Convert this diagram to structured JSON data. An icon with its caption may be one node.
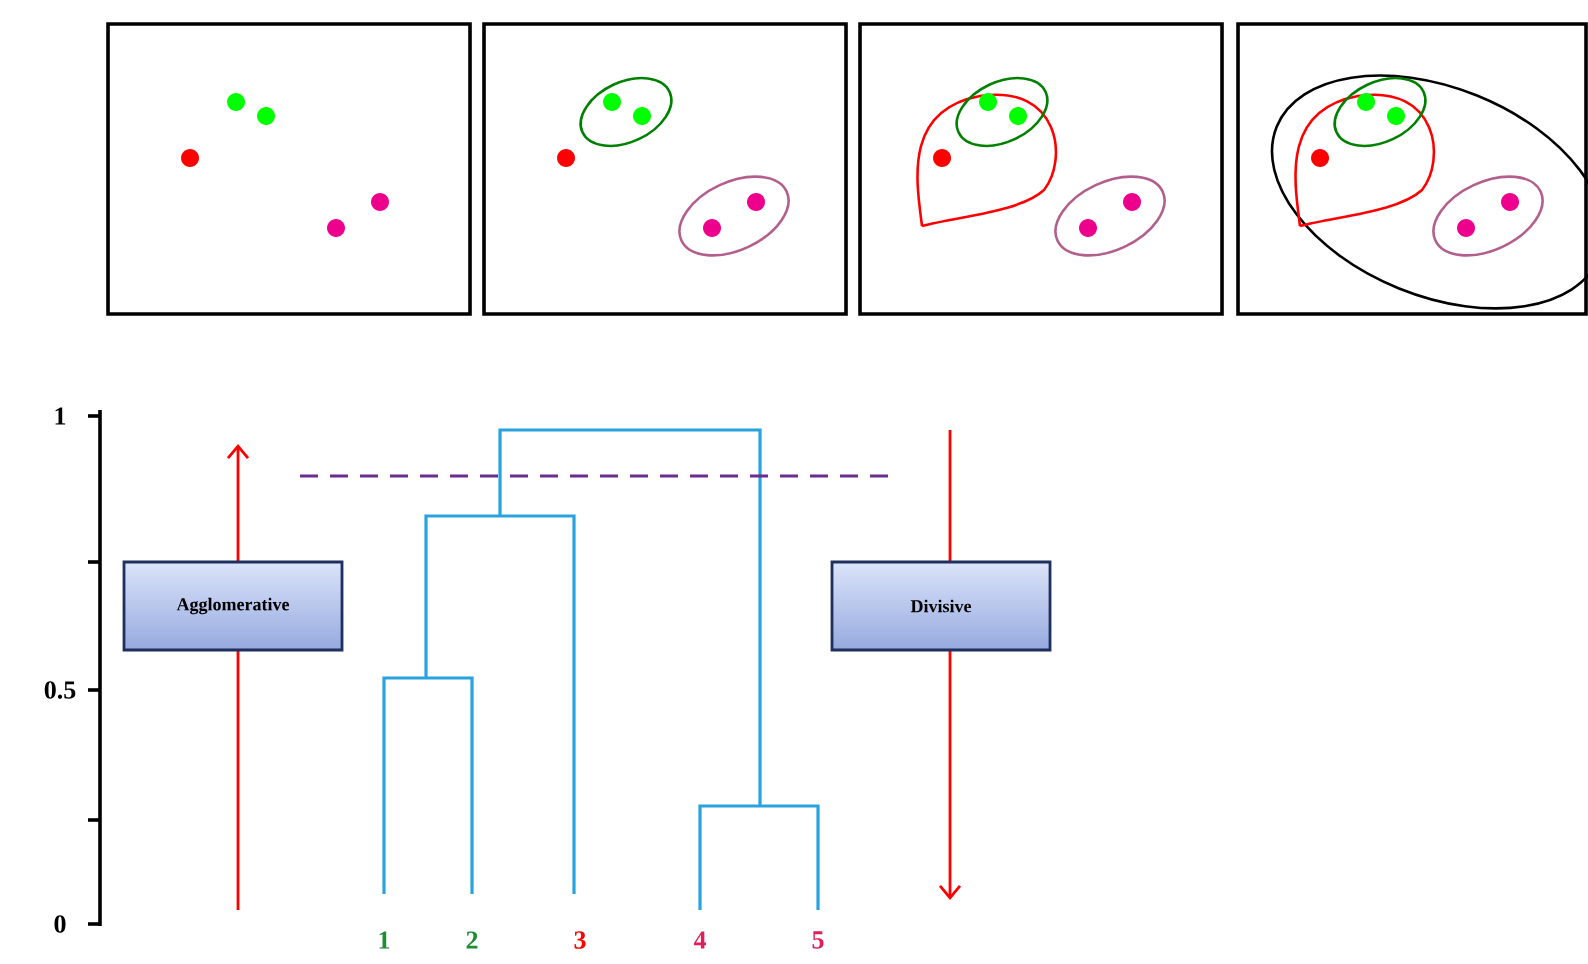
{
  "diagram": {
    "nodes": [
      {
        "text": [
          "Agglomerative"
        ]
      },
      {
        "text": [
          "Divisive"
        ]
      }
    ],
    "labels": [
      "1",
      "0.5",
      "0",
      "1",
      "2",
      "3",
      "4",
      "5"
    ]
  }
}
